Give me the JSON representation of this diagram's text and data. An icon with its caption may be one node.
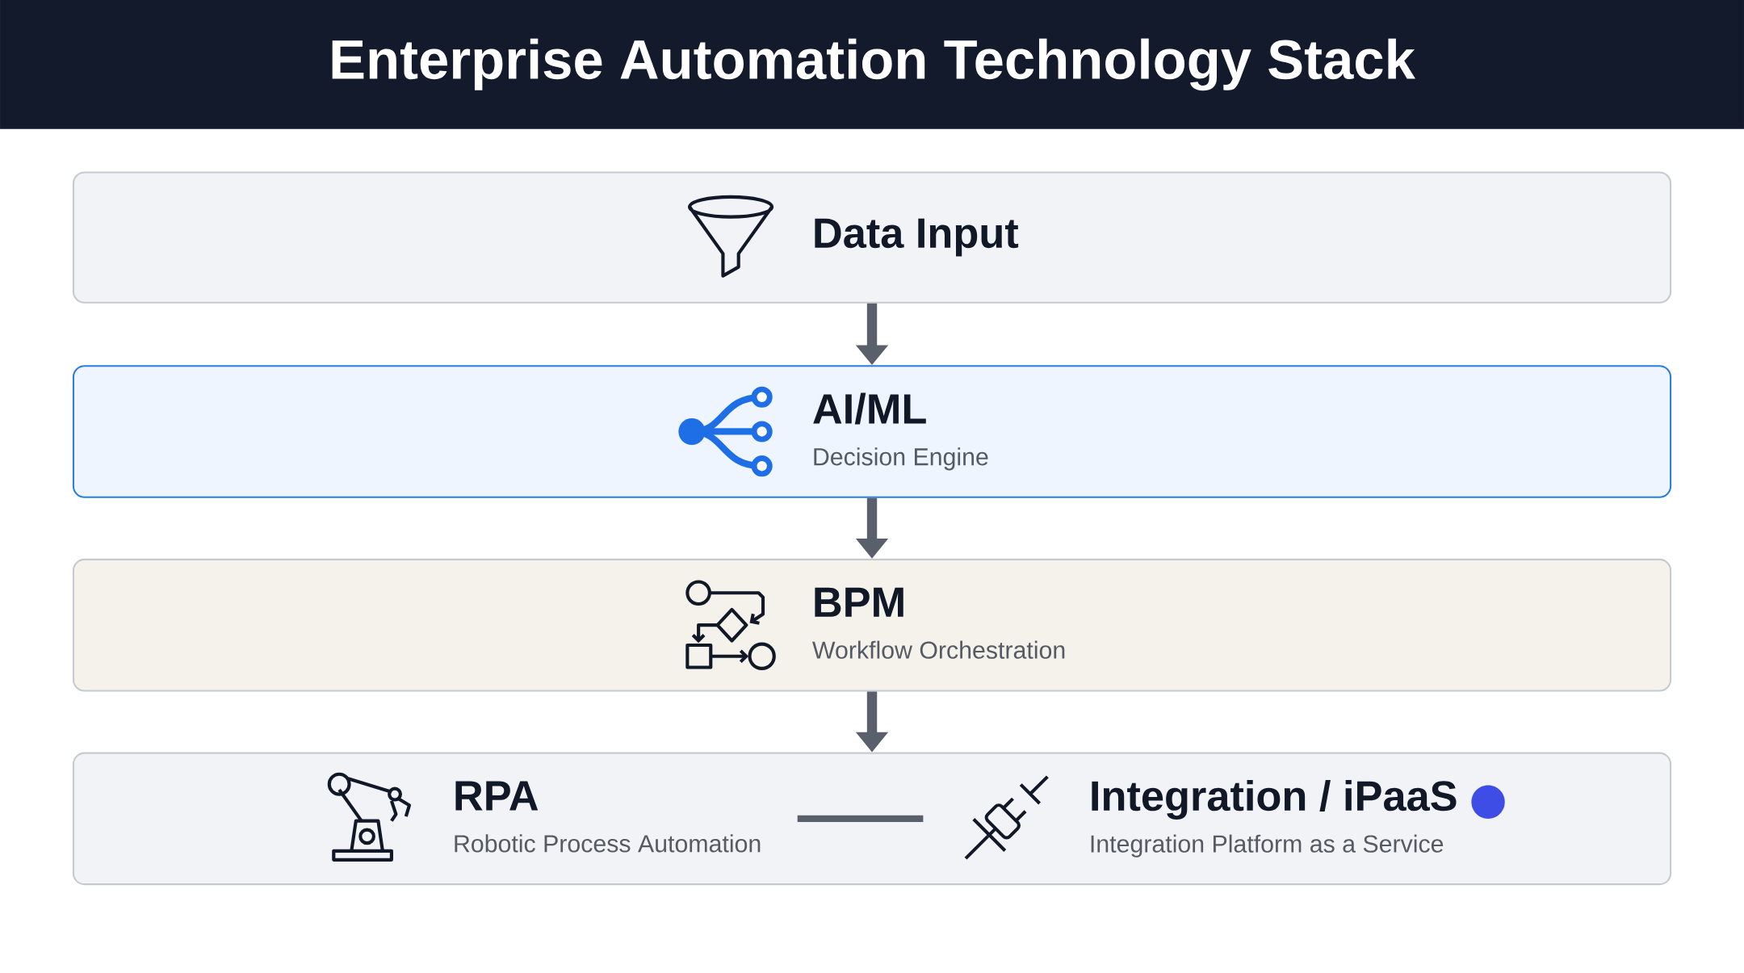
{
  "diagram": {
    "title": "Enterprise Automation Technology Stack",
    "nodes": [
      {
        "text": [
          "Data Input"
        ]
      },
      {
        "text": [
          "AI/ML",
          "Decision Engine"
        ]
      },
      {
        "text": [
          "BPM",
          "Workflow Orchestration"
        ]
      },
      {
        "text": [],
        "shape": "box"
      },
      {
        "text": [
          "RPA",
          "Robotic Process Automation"
        ],
        "in": 3
      },
      {
        "text": [
          "Integration / iPaaS",
          "Integration Platform as a Service"
        ],
        "in": 3
      }
    ],
    "edges": [
      {
        "from": 0,
        "to": 1,
        "arrow": "to"
      },
      {
        "from": 1,
        "to": 2,
        "arrow": "to"
      },
      {
        "from": 2,
        "to": 3,
        "arrow": "to"
      },
      {
        "from": 4,
        "to": 5,
        "arrow": "none"
      }
    ]
  }
}
